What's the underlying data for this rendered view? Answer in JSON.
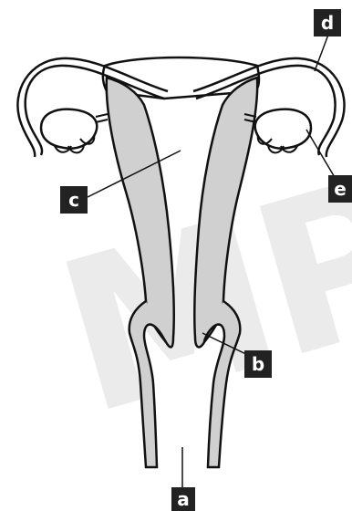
{
  "watermark": {
    "text": "MPL"
  },
  "colors": {
    "tissue_fill": "#d0d0d0",
    "outline": "#111111",
    "label_bg": "#222222",
    "label_text": "#ffffff",
    "watermark": "#dedede"
  },
  "labels": {
    "a": "a",
    "b": "b",
    "c": "c",
    "d": "d",
    "e": "e"
  }
}
